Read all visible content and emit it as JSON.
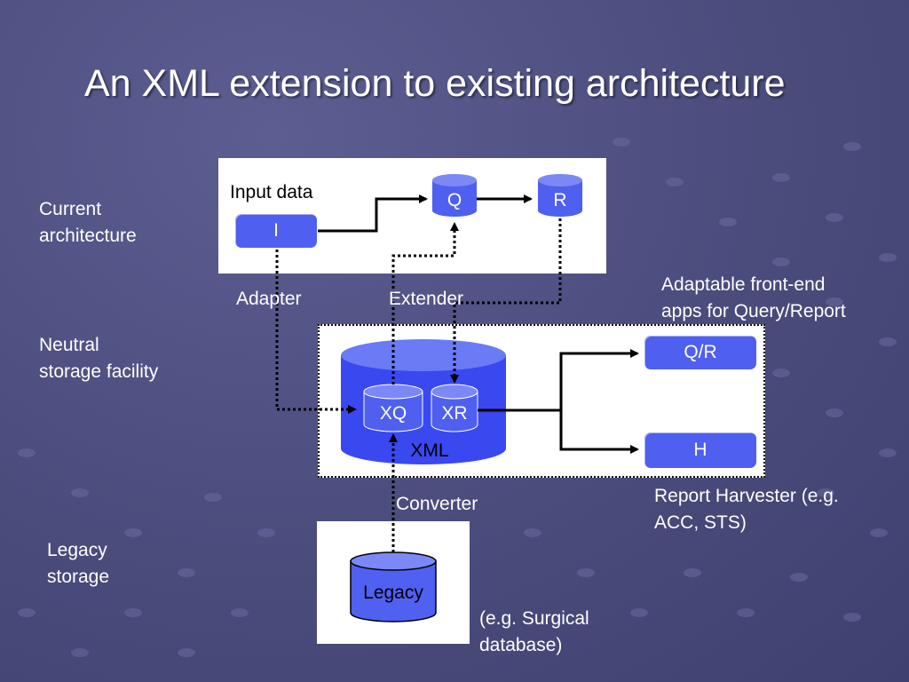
{
  "slide": {
    "title": "An XML extension to existing architecture"
  },
  "side_labels": {
    "current": [
      "Current",
      "architecture"
    ],
    "neutral": [
      "Neutral",
      "storage facility"
    ],
    "legacy": [
      "Legacy",
      "storage"
    ]
  },
  "diagram": {
    "input_data": "Input data",
    "node_i": "I",
    "node_q": "Q",
    "node_r": "R",
    "adapter": "Adapter",
    "extender": "Extender",
    "node_xq": "XQ",
    "node_xr": "XR",
    "xml": "XML",
    "node_qr": "Q/R",
    "node_h": "H",
    "converter": "Converter",
    "legacy_db": "Legacy",
    "adaptable_note": [
      "Adaptable front-end",
      "apps for Query/Report"
    ],
    "harvester_note": [
      "Report Harvester (e.g.",
      "ACC, STS)"
    ],
    "surgical_note": [
      "(e.g. Surgical",
      "database)"
    ]
  },
  "colors": {
    "background": "#4a4c7c",
    "box_fill": "#4f5ff0",
    "panel": "#ffffff"
  }
}
